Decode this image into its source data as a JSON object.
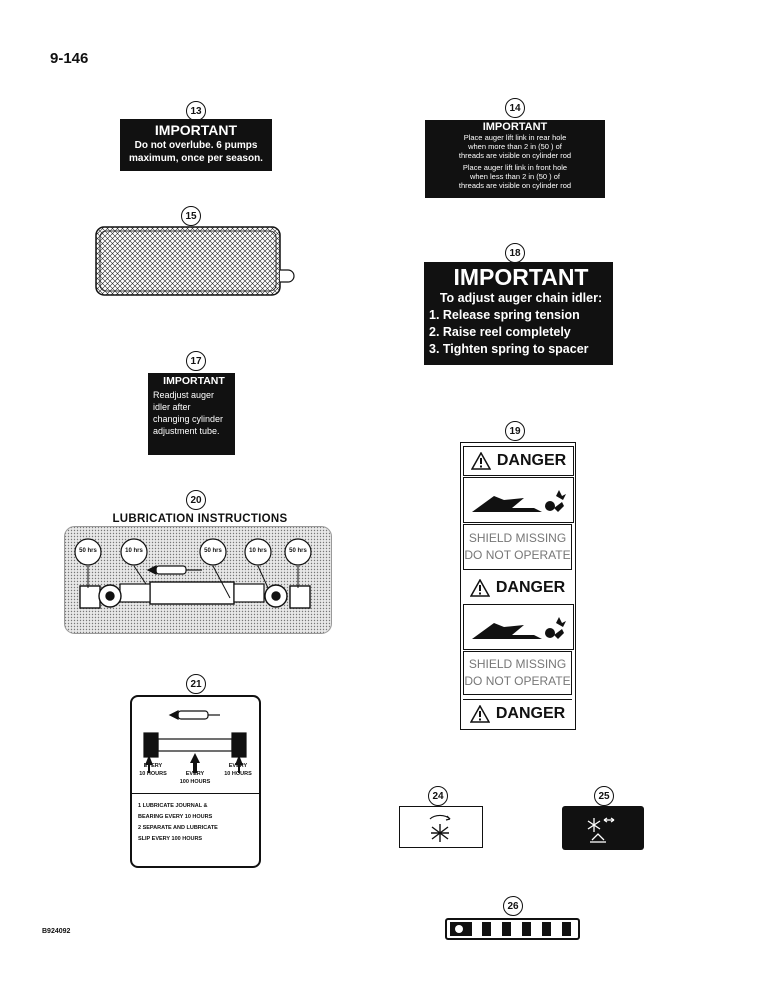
{
  "page": {
    "number": "9-146",
    "doc_id": "B924092"
  },
  "callouts": [
    "13",
    "14",
    "15",
    "17",
    "18",
    "19",
    "20",
    "21",
    "24",
    "25",
    "26"
  ],
  "decal13": {
    "heading": "IMPORTANT",
    "lines": [
      "Do not overlube. 6 pumps",
      "maximum, once per season."
    ]
  },
  "decal14": {
    "heading": "IMPORTANT",
    "lines": [
      "Place auger lift link in rear hole",
      "when more than 2 in (50 ) of",
      "threads are visible on cylinder rod",
      "Place auger lift link in front hole",
      "when less than 2 in (50 ) of",
      "threads are visible on cylinder rod"
    ]
  },
  "decal17": {
    "heading": "IMPORTANT",
    "lines": [
      "Readjust auger",
      "idler after",
      "changing cylinder",
      "adjustment tube."
    ]
  },
  "decal18": {
    "heading": "IMPORTANT",
    "lines": [
      "To adjust auger chain idler:",
      "1. Release spring tension",
      "2. Raise reel completely",
      "3. Tighten spring to spacer"
    ]
  },
  "decal19": {
    "danger": "DANGER",
    "shield_text": [
      "SHIELD MISSING",
      "DO NOT OPERATE"
    ]
  },
  "decal20": {
    "title": "LUBRICATION INSTRUCTIONS",
    "intervals": [
      "50 hrs",
      "10 hrs",
      "50 hrs",
      "10 hrs",
      "50 hrs"
    ]
  },
  "decal21": {
    "every_left": [
      "EVERY",
      "10 HOURS"
    ],
    "every_mid": [
      "EVERY",
      "100 HOURS"
    ],
    "every_right": [
      "EVERY",
      "10 HOURS"
    ],
    "notes": [
      "1 LUBRICATE JOURNAL &",
      "BEARING EVERY 10 HOURS",
      "2 SEPARATE AND LUBRICATE",
      "SLIP EVERY 100 HOURS"
    ]
  }
}
